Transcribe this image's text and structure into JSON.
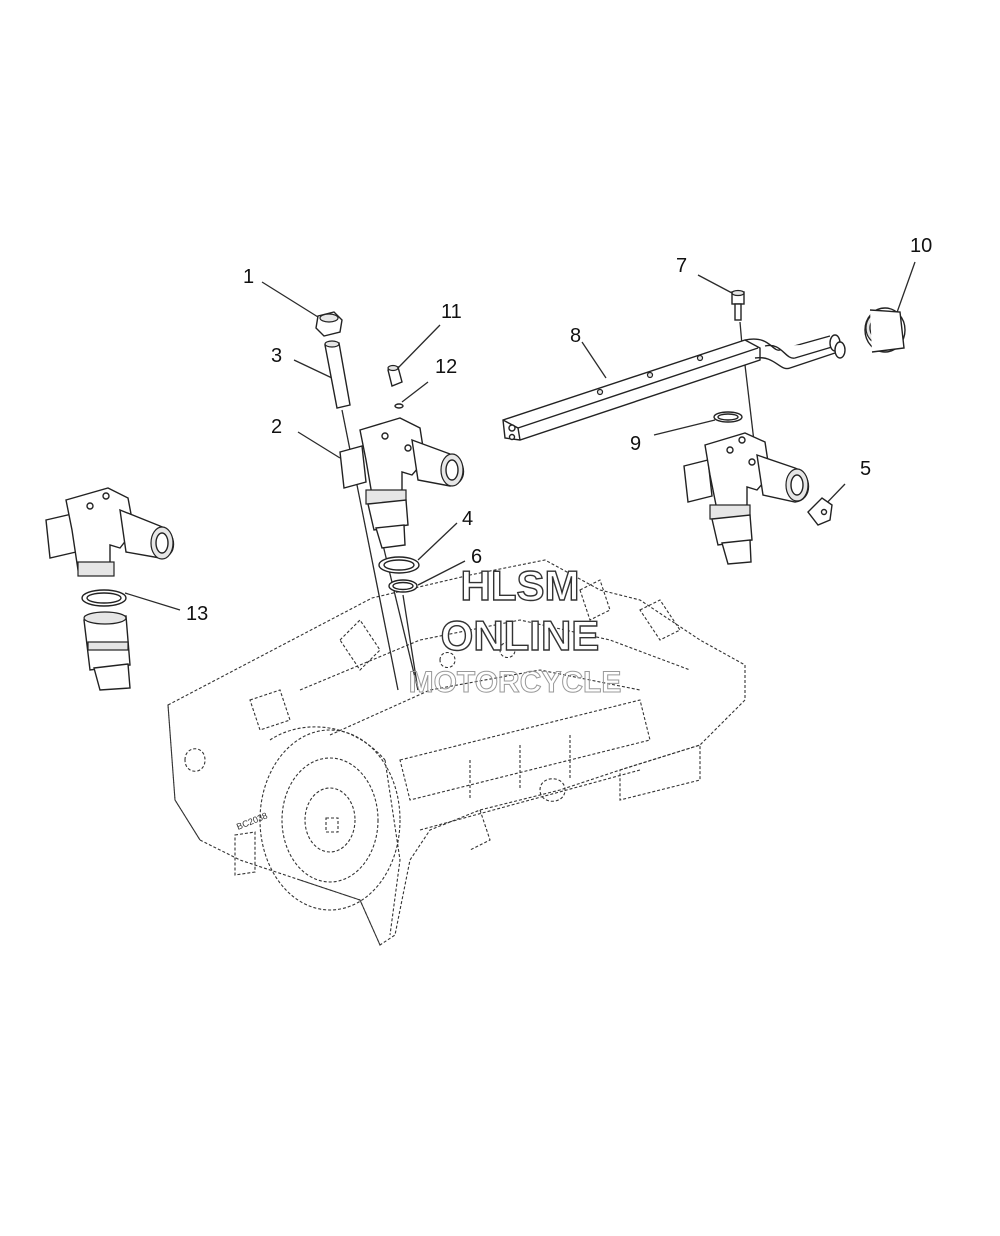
{
  "callouts": {
    "c1": "1",
    "c2": "2",
    "c3": "3",
    "c4": "4",
    "c5": "5",
    "c6": "6",
    "c7": "7",
    "c8": "8",
    "c9": "9",
    "c10": "10",
    "c11": "11",
    "c12": "12",
    "c13": "13"
  },
  "watermark": {
    "line1": "HLSM",
    "line2": "ONLINE",
    "line3": "MOTORCYCLE"
  },
  "engraving": "BC2038"
}
